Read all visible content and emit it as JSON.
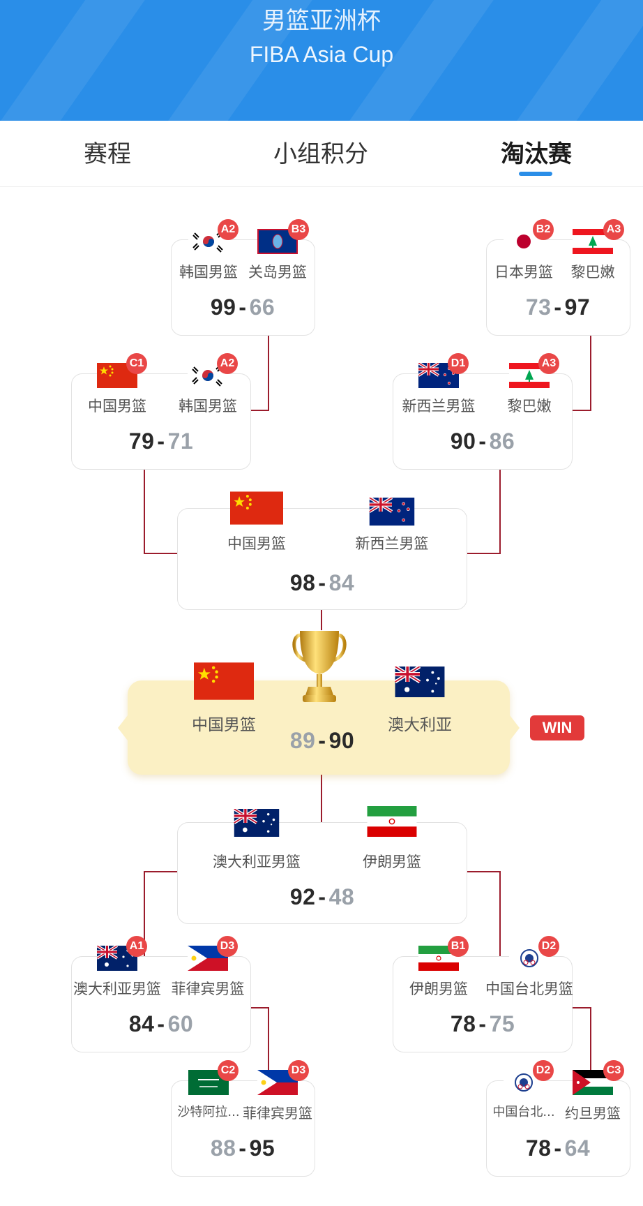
{
  "header": {
    "title_cn": "男篮亚洲杯",
    "title_en": "FIBA Asia Cup"
  },
  "tabs": [
    {
      "label": "赛程",
      "active": false
    },
    {
      "label": "小组积分",
      "active": false
    },
    {
      "label": "淘汰赛",
      "active": true
    }
  ],
  "colors": {
    "header": "#2a8ee8",
    "connector": "#9b1c2c",
    "seed_badge": "#e94747",
    "final_card": "#fbf0c4",
    "win_badge": "#e23a3a"
  },
  "matches": {
    "m1": {
      "team1": {
        "name": "韩国男篮",
        "flag": "korea-flag-icon",
        "seed": "A2"
      },
      "team2": {
        "name": "关岛男篮",
        "flag": "guam-flag-icon",
        "seed": "B3"
      },
      "score1": "99",
      "score2": "66"
    },
    "m2": {
      "team1": {
        "name": "日本男篮",
        "flag": "japan-flag-icon",
        "seed": "B2"
      },
      "team2": {
        "name": "黎巴嫩",
        "flag": "lebanon-flag-icon",
        "seed": "A3"
      },
      "score1": "73",
      "score2": "97"
    },
    "m3": {
      "team1": {
        "name": "中国男篮",
        "flag": "china-flag-icon",
        "seed": "C1"
      },
      "team2": {
        "name": "韩国男篮",
        "flag": "korea-flag-icon",
        "seed": "A2"
      },
      "score1": "79",
      "score2": "71"
    },
    "m4": {
      "team1": {
        "name": "新西兰男篮",
        "flag": "new-zealand-flag-icon",
        "seed": "D1"
      },
      "team2": {
        "name": "黎巴嫩",
        "flag": "lebanon-flag-icon",
        "seed": "A3"
      },
      "score1": "90",
      "score2": "86"
    },
    "m5": {
      "team1": {
        "name": "中国男篮",
        "flag": "china-flag-icon"
      },
      "team2": {
        "name": "新西兰男篮",
        "flag": "new-zealand-flag-icon"
      },
      "score1": "98",
      "score2": "84"
    },
    "final": {
      "team1": {
        "name": "中国男篮",
        "flag": "china-flag-icon"
      },
      "team2": {
        "name": "澳大利亚",
        "flag": "australia-flag-icon"
      },
      "score1": "89",
      "score2": "90",
      "badge": "WIN",
      "trophy": "trophy-icon"
    },
    "m6": {
      "team1": {
        "name": "澳大利亚男篮",
        "flag": "australia-flag-icon"
      },
      "team2": {
        "name": "伊朗男篮",
        "flag": "iran-flag-icon"
      },
      "score1": "92",
      "score2": "48"
    },
    "m7": {
      "team1": {
        "name": "澳大利亚男篮",
        "flag": "australia-flag-icon",
        "seed": "A1"
      },
      "team2": {
        "name": "菲律宾男篮",
        "flag": "philippines-flag-icon",
        "seed": "D3"
      },
      "score1": "84",
      "score2": "60"
    },
    "m8": {
      "team1": {
        "name": "伊朗男篮",
        "flag": "iran-flag-icon",
        "seed": "B1"
      },
      "team2": {
        "name": "中国台北男篮",
        "flag": "chinese-taipei-flag-icon",
        "seed": "D2"
      },
      "score1": "78",
      "score2": "75"
    },
    "m9": {
      "team1": {
        "name": "沙特阿拉...",
        "flag": "saudi-arabia-flag-icon",
        "seed": "C2"
      },
      "team2": {
        "name": "菲律宾男篮",
        "flag": "philippines-flag-icon",
        "seed": "D3"
      },
      "score1": "88",
      "score2": "95"
    },
    "m10": {
      "team1": {
        "name": "中国台北...",
        "flag": "chinese-taipei-flag-icon",
        "seed": "D2"
      },
      "team2": {
        "name": "约旦男篮",
        "flag": "jordan-flag-icon",
        "seed": "C3"
      },
      "score1": "78",
      "score2": "64"
    }
  }
}
